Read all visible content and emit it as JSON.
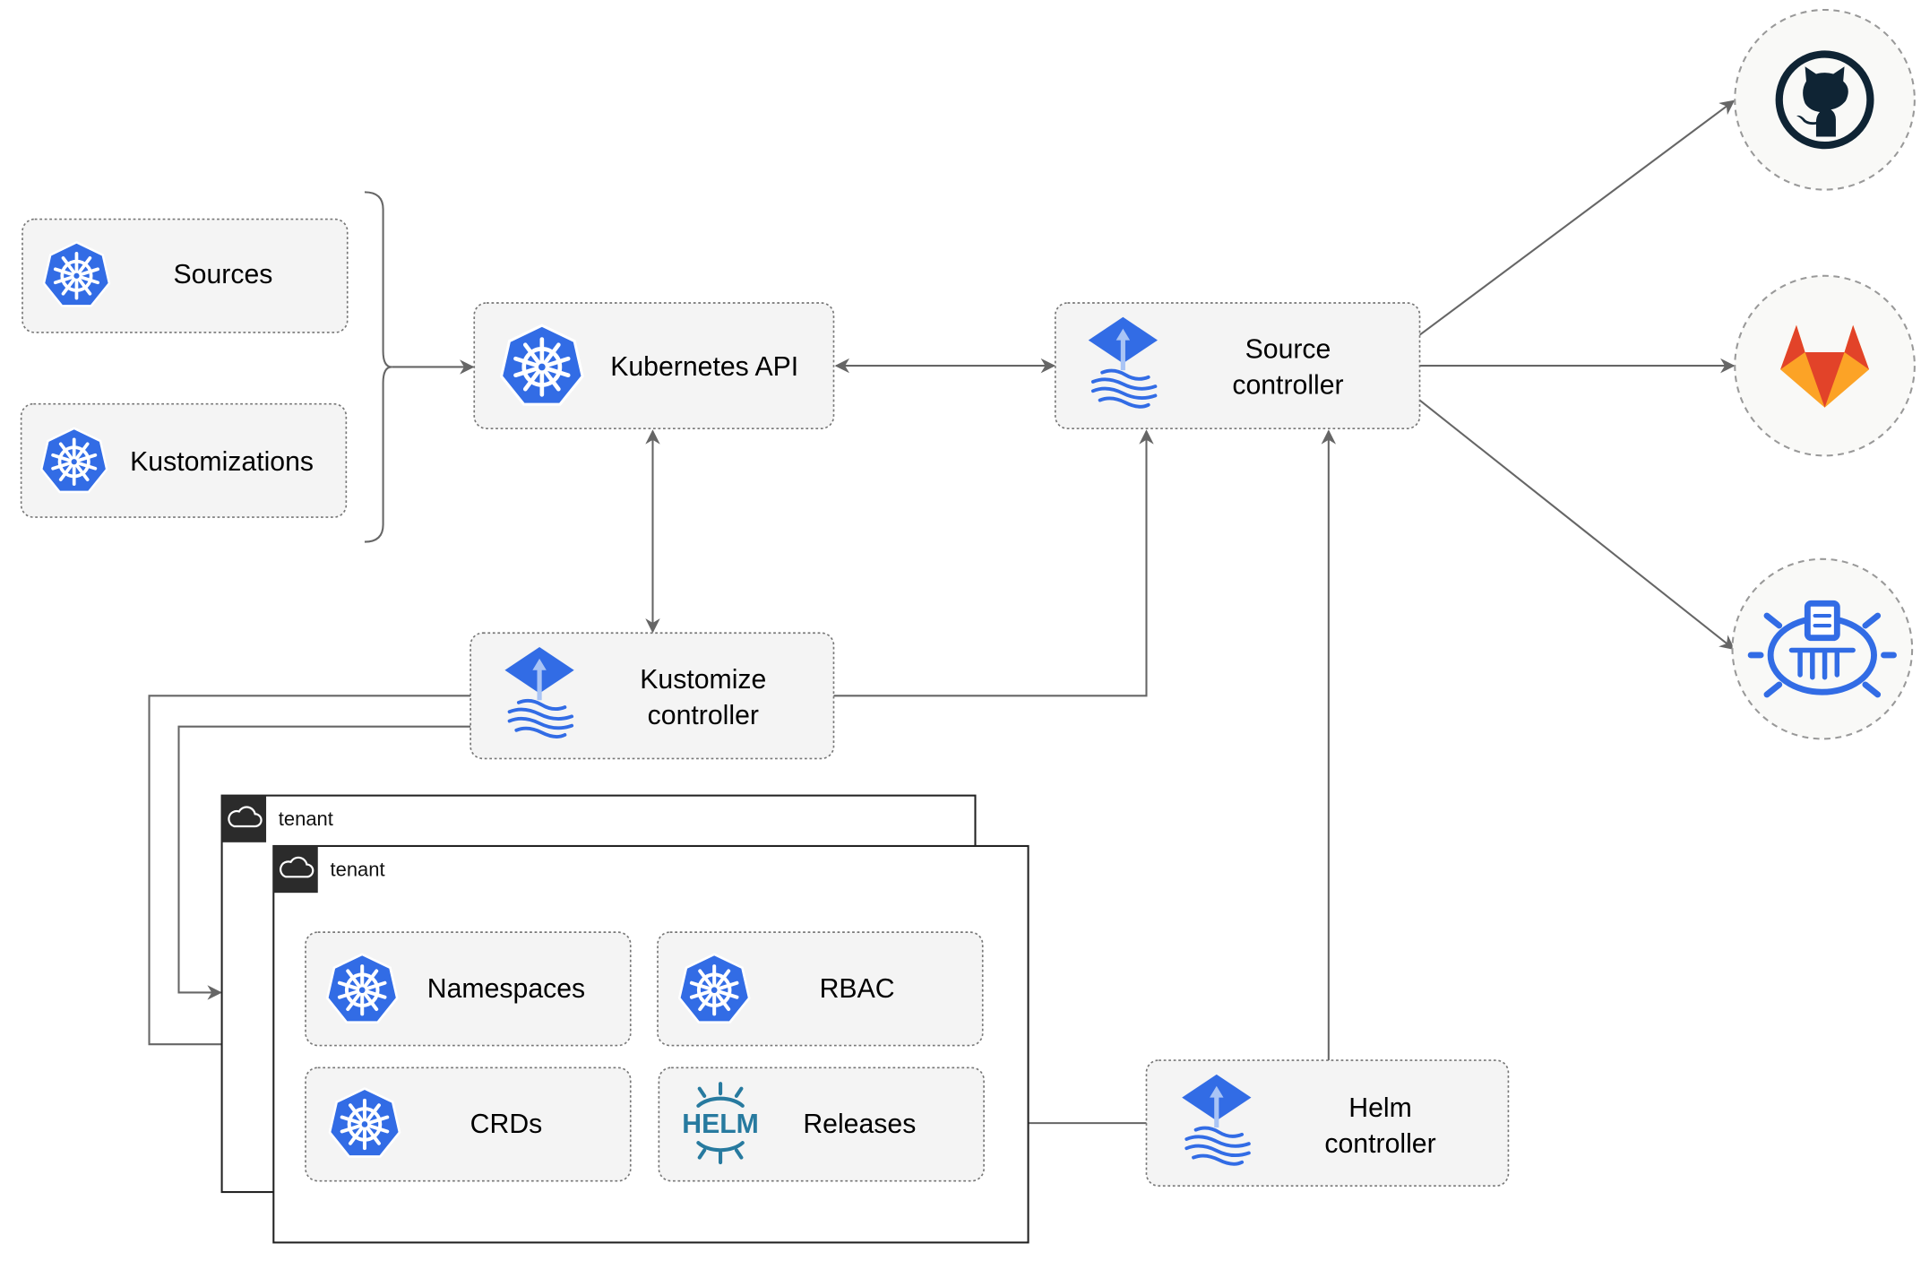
{
  "nodes": {
    "sources": "Sources",
    "kustomizations": "Kustomizations",
    "kubernetes_api": "Kubernetes API",
    "source_controller": [
      "Source",
      "controller"
    ],
    "kustomize_controller": [
      "Kustomize",
      "controller"
    ],
    "helm_controller": [
      "Helm",
      "controller"
    ],
    "namespaces": "Namespaces",
    "rbac": "RBAC",
    "crds": "CRDs",
    "releases": "Releases",
    "helm_logo_text": "HELM"
  },
  "tenants": [
    "tenant",
    "tenant"
  ],
  "external_sources": [
    "github-icon",
    "gitlab-icon",
    "bucket-icon"
  ],
  "colors": {
    "kubernetes_blue": "#326ce5",
    "helm_teal": "#277a9f",
    "github_dark": "#0f2434",
    "gitlab_orange": "#e24329",
    "gitlab_light": "#fca326",
    "edge": "#666666",
    "box_fill": "#f4f4f4"
  }
}
